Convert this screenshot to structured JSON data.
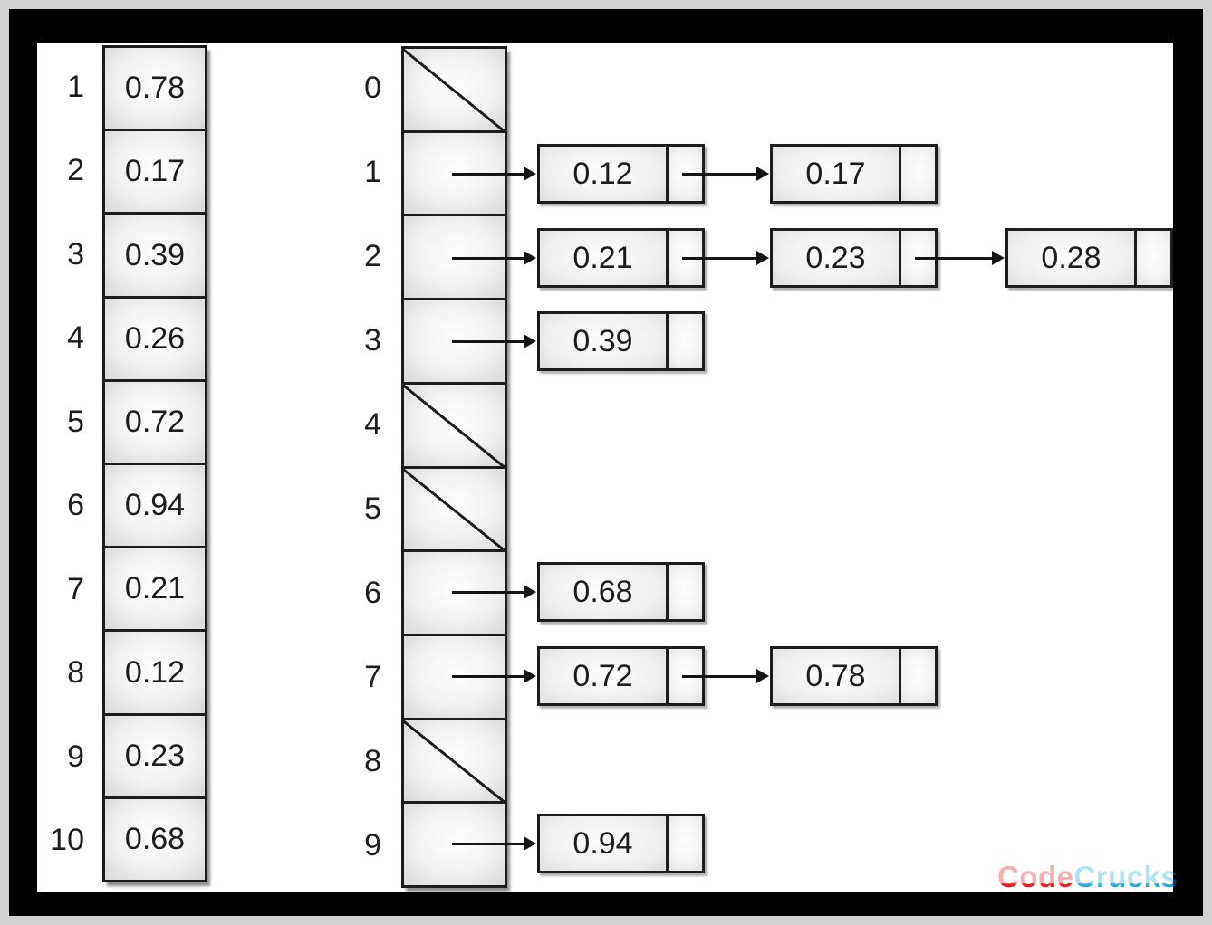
{
  "input_array": {
    "rows": [
      {
        "index": "1",
        "value": "0.78"
      },
      {
        "index": "2",
        "value": "0.17"
      },
      {
        "index": "3",
        "value": "0.39"
      },
      {
        "index": "4",
        "value": "0.26"
      },
      {
        "index": "5",
        "value": "0.72"
      },
      {
        "index": "6",
        "value": "0.94"
      },
      {
        "index": "7",
        "value": "0.21"
      },
      {
        "index": "8",
        "value": "0.12"
      },
      {
        "index": "9",
        "value": "0.23"
      },
      {
        "index": "10",
        "value": "0.68"
      }
    ]
  },
  "bucket_array": {
    "rows": [
      {
        "index": "0",
        "empty": true,
        "nodes": []
      },
      {
        "index": "1",
        "empty": false,
        "nodes": [
          "0.12",
          "0.17"
        ]
      },
      {
        "index": "2",
        "empty": false,
        "nodes": [
          "0.21",
          "0.23",
          "0.28"
        ]
      },
      {
        "index": "3",
        "empty": false,
        "nodes": [
          "0.39"
        ]
      },
      {
        "index": "4",
        "empty": true,
        "nodes": []
      },
      {
        "index": "5",
        "empty": true,
        "nodes": []
      },
      {
        "index": "6",
        "empty": false,
        "nodes": [
          "0.68"
        ]
      },
      {
        "index": "7",
        "empty": false,
        "nodes": [
          "0.72",
          "0.78"
        ]
      },
      {
        "index": "8",
        "empty": true,
        "nodes": []
      },
      {
        "index": "9",
        "empty": false,
        "nodes": [
          "0.94"
        ]
      }
    ]
  },
  "watermark": {
    "text_left": "Code",
    "text_right": "Crucks",
    "color_left": "#ed1c24",
    "color_right": "#29abe2"
  }
}
